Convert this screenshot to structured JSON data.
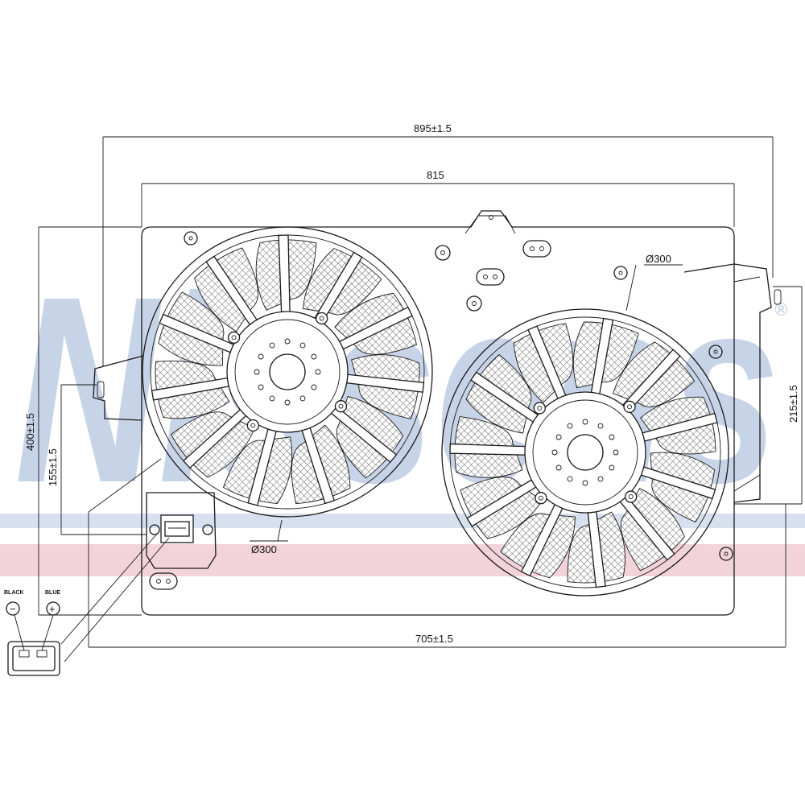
{
  "watermark": {
    "text": "Nissens",
    "registered": "®",
    "color": "#c7d4e8",
    "band_blue": "#d6e0ee",
    "band_pink": "#f3d3da"
  },
  "dimensions": {
    "overall_width": "895±1.5",
    "mount_width": "815",
    "bottom_width": "705±1.5",
    "height": "400±1.5",
    "left_offset": "155±1.5",
    "right_offset": "215±1.5",
    "fan_left_diameter": "Ø300",
    "fan_right_diameter": "Ø300"
  },
  "connector": {
    "black_label": "BLACK",
    "blue_label": "BLUE",
    "minus_symbol": "−",
    "plus_symbol": "+"
  }
}
